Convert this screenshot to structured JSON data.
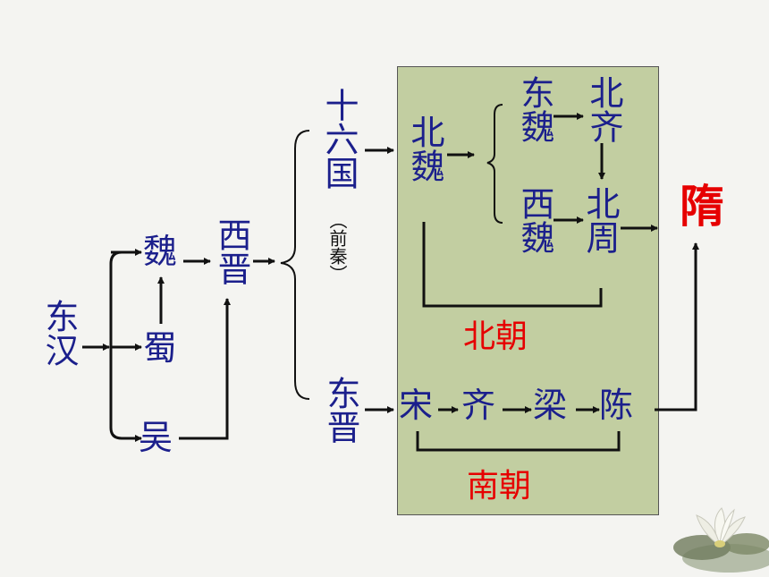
{
  "nodes": {
    "eastern_han": "东汉",
    "wei": "魏",
    "shu": "蜀",
    "wu": "吴",
    "western_jin": "西晋",
    "sixteen_kingdoms": "十六国",
    "former_qin": "（前秦）",
    "eastern_jin": "东晋",
    "northern_wei": "北魏",
    "eastern_wei": "东魏",
    "northern_qi": "北齐",
    "western_wei": "西魏",
    "northern_zhou": "北周",
    "song": "宋",
    "qi": "齐",
    "liang": "梁",
    "chen": "陈",
    "sui": "隋"
  },
  "groups": {
    "northern_dynasties": "北朝",
    "southern_dynasties": "南朝"
  },
  "colors": {
    "node_text": "#1b1f8c",
    "label_red": "#e60000",
    "panel_bg": "#c2cea1",
    "line": "#111111"
  }
}
